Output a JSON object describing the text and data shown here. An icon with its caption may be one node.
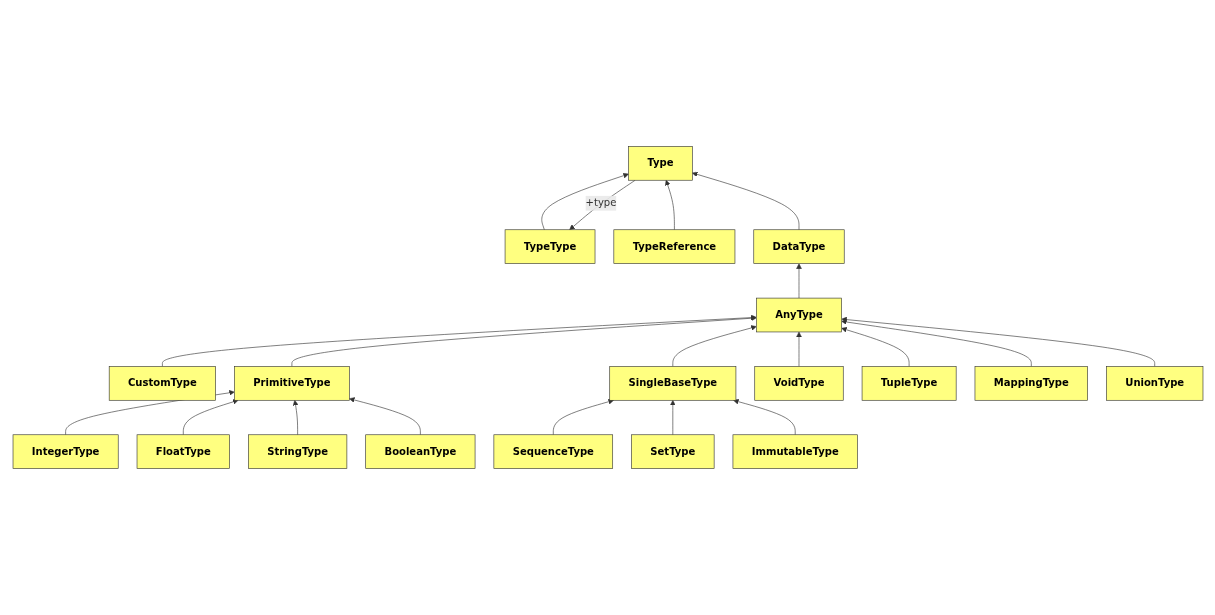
{
  "diagram": {
    "nodes": [
      {
        "text": [
          "TypeType"
        ]
      },
      {
        "text": [
          "Type"
        ]
      },
      {
        "text": [
          "TypeReference"
        ]
      },
      {
        "text": [
          "CustomType"
        ]
      },
      {
        "text": [
          "DataType"
        ]
      },
      {
        "text": [
          "IntegerType"
        ]
      },
      {
        "text": [
          "SequenceType"
        ]
      },
      {
        "text": [
          "FloatType"
        ]
      },
      {
        "text": [
          "PrimitiveType"
        ]
      },
      {
        "text": [
          "AnyType"
        ]
      },
      {
        "text": [
          "SingleBaseType"
        ]
      },
      {
        "text": [
          "SetType"
        ]
      },
      {
        "text": [
          "StringType"
        ]
      },
      {
        "text": [
          "ImmutableType"
        ]
      },
      {
        "text": [
          "BooleanType"
        ]
      },
      {
        "text": [
          "VoidType"
        ]
      },
      {
        "text": [
          "TupleType"
        ]
      },
      {
        "text": [
          "MappingType"
        ]
      },
      {
        "text": [
          "UnionType"
        ]
      }
    ],
    "edges": [
      {
        "from": 0,
        "to": 1,
        "arrow": "to"
      },
      {
        "from": 2,
        "to": 1,
        "arrow": "to"
      },
      {
        "from": 1,
        "to": 0,
        "arrow": "to",
        "label": "+type"
      },
      {
        "from": 4,
        "to": 1,
        "arrow": "to"
      },
      {
        "from": 9,
        "to": 4,
        "arrow": "to"
      },
      {
        "from": 3,
        "to": 9,
        "arrow": "to"
      },
      {
        "from": 8,
        "to": 9,
        "arrow": "to"
      },
      {
        "from": 10,
        "to": 9,
        "arrow": "to"
      },
      {
        "from": 5,
        "to": 8,
        "arrow": "to"
      },
      {
        "from": 7,
        "to": 8,
        "arrow": "to"
      },
      {
        "from": 12,
        "to": 8,
        "arrow": "to"
      },
      {
        "from": 14,
        "to": 8,
        "arrow": "to"
      },
      {
        "from": 6,
        "to": 10,
        "arrow": "to"
      },
      {
        "from": 11,
        "to": 10,
        "arrow": "to"
      },
      {
        "from": 13,
        "to": 10,
        "arrow": "to"
      },
      {
        "from": 15,
        "to": 9,
        "arrow": "to"
      },
      {
        "from": 16,
        "to": 9,
        "arrow": "to"
      },
      {
        "from": 17,
        "to": 9,
        "arrow": "to"
      },
      {
        "from": 18,
        "to": 9,
        "arrow": "to"
      }
    ]
  }
}
